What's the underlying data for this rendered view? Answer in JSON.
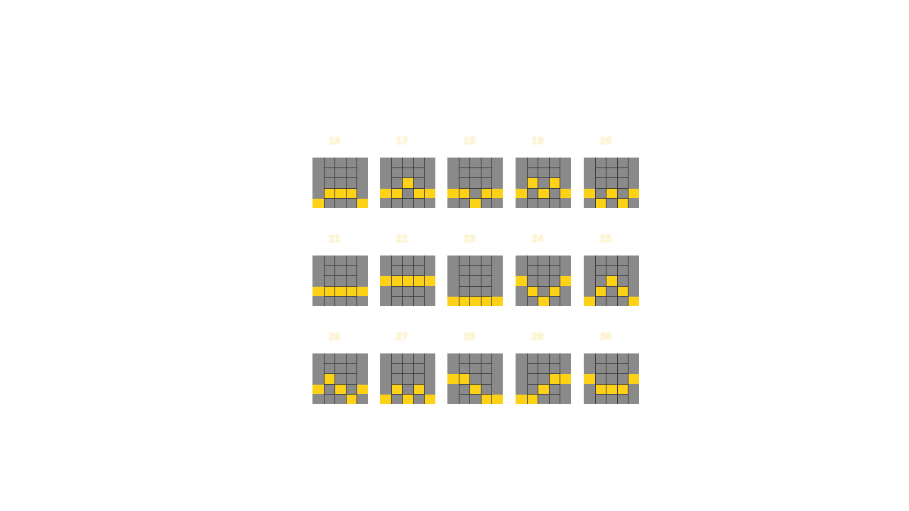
{
  "colors": {
    "board": "#8a8a8a",
    "line": "#3a3a3a",
    "highlight": "#fcd116",
    "number": "#fff6d6"
  },
  "grid": {
    "columns": 5,
    "rows": 5
  },
  "paylines": [
    {
      "number": "16",
      "rows": [
        5,
        4,
        4,
        4,
        5
      ]
    },
    {
      "number": "17",
      "rows": [
        4,
        4,
        3,
        4,
        4
      ]
    },
    {
      "number": "18",
      "rows": [
        4,
        4,
        5,
        4,
        4
      ]
    },
    {
      "number": "19",
      "rows": [
        4,
        3,
        4,
        3,
        4
      ]
    },
    {
      "number": "20",
      "rows": [
        4,
        5,
        4,
        5,
        4
      ]
    },
    {
      "number": "21",
      "rows": [
        4,
        4,
        4,
        4,
        4
      ]
    },
    {
      "number": "22",
      "rows": [
        3,
        3,
        3,
        3,
        3
      ]
    },
    {
      "number": "23",
      "rows": [
        5,
        5,
        5,
        5,
        5
      ]
    },
    {
      "number": "24",
      "rows": [
        3,
        4,
        5,
        4,
        3
      ]
    },
    {
      "number": "25",
      "rows": [
        5,
        4,
        3,
        4,
        5
      ]
    },
    {
      "number": "26",
      "rows": [
        4,
        3,
        4,
        5,
        4
      ]
    },
    {
      "number": "27",
      "rows": [
        5,
        4,
        5,
        4,
        5
      ]
    },
    {
      "number": "28",
      "rows": [
        3,
        3,
        4,
        5,
        5
      ]
    },
    {
      "number": "29",
      "rows": [
        5,
        5,
        4,
        3,
        3
      ]
    },
    {
      "number": "30",
      "rows": [
        3,
        4,
        4,
        4,
        3
      ]
    }
  ]
}
